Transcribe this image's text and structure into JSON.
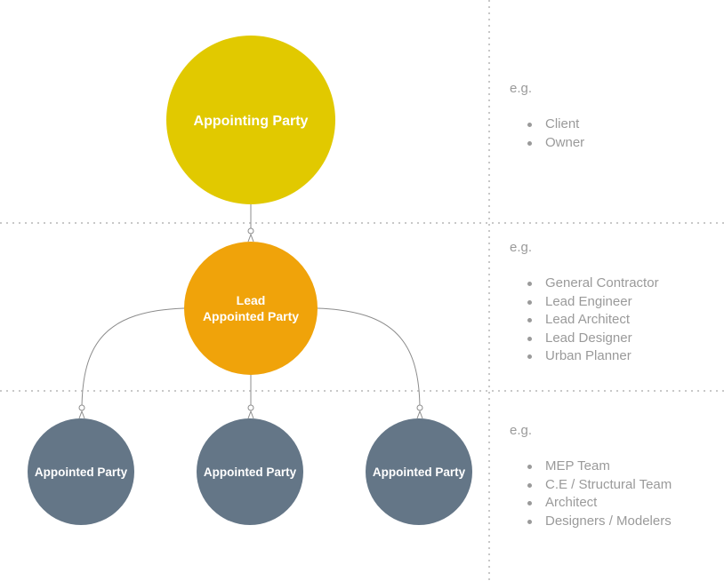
{
  "nodes": {
    "appointing": {
      "label": "Appointing Party",
      "color": "#e1c900"
    },
    "lead": {
      "line1": "Lead",
      "line2": "Appointed Party",
      "color": "#f0a30a"
    },
    "appointed": [
      {
        "label": "Appointed Party",
        "color": "#647687"
      },
      {
        "label": "Appointed Party",
        "color": "#647687"
      },
      {
        "label": "Appointed Party",
        "color": "#647687"
      }
    ]
  },
  "examples": [
    {
      "heading": "e.g.",
      "items": [
        "Client",
        "Owner"
      ]
    },
    {
      "heading": "e.g.",
      "items": [
        "General Contractor",
        "Lead Engineer",
        "Lead Architect",
        "Lead Designer",
        "Urban Planner"
      ]
    },
    {
      "heading": "e.g.",
      "items": [
        "MEP Team",
        "C.E / Structural Team",
        "Architect",
        "Designers / Modelers"
      ]
    }
  ],
  "colors": {
    "connector": "#8c8c8c",
    "divider": "#c8c8c8",
    "side_text": "#9a9a9a"
  }
}
